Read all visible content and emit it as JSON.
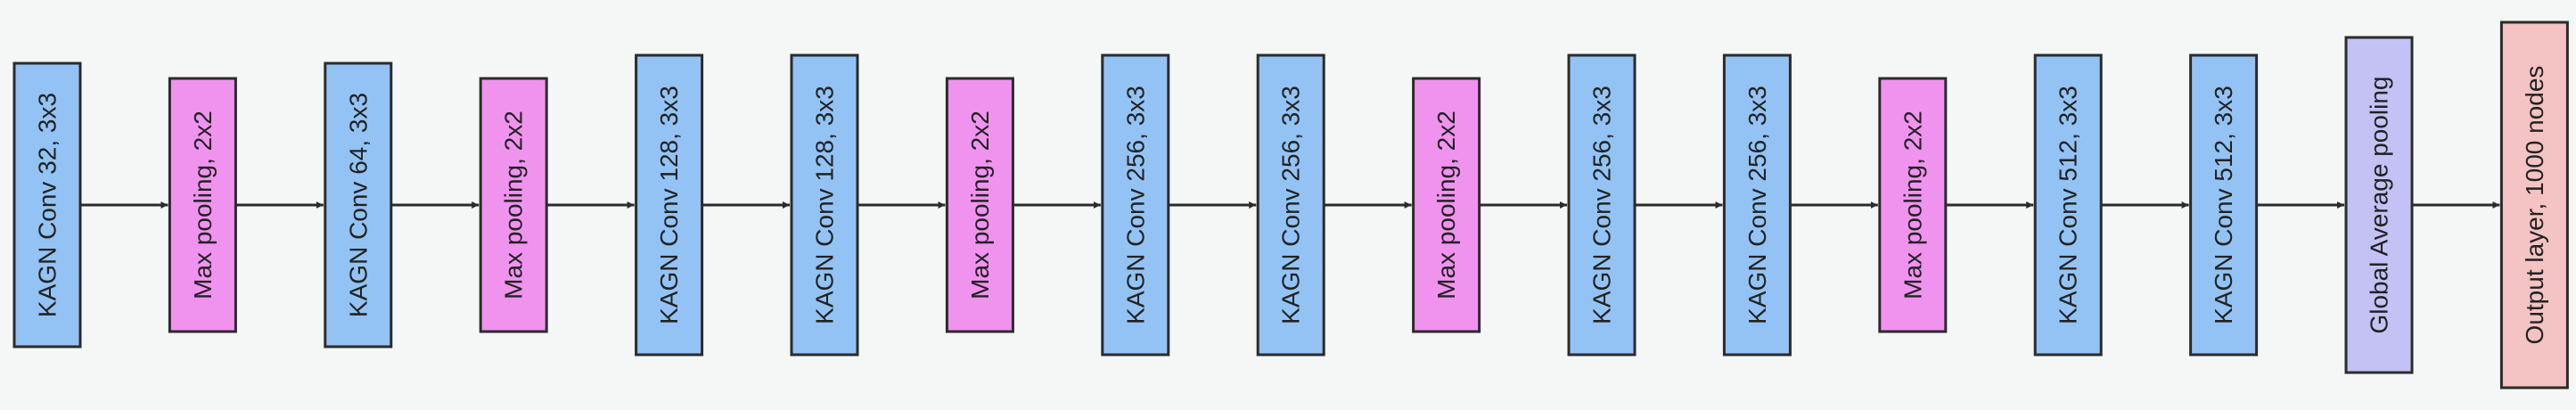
{
  "colors": {
    "background": "#f5f7f7",
    "conv_fill": "#93c3f5",
    "pool_fill": "#f093ef",
    "gap_fill": "#c4c1f5",
    "output_fill": "#f4c3c3",
    "stroke": "#2b2b2b",
    "arrow": "#2b2b2b"
  },
  "diagram": {
    "direction": "left-to-right",
    "nodes": [
      {
        "id": "n1",
        "kind": "conv",
        "label": "KAGN Conv 32, 3x3"
      },
      {
        "id": "n2",
        "kind": "pool",
        "label": "Max pooling, 2x2"
      },
      {
        "id": "n3",
        "kind": "conv",
        "label": "KAGN Conv 64, 3x3"
      },
      {
        "id": "n4",
        "kind": "pool",
        "label": "Max pooling, 2x2"
      },
      {
        "id": "n5",
        "kind": "conv",
        "label": "KAGN Conv 128, 3x3"
      },
      {
        "id": "n6",
        "kind": "conv",
        "label": "KAGN Conv 128, 3x3"
      },
      {
        "id": "n7",
        "kind": "pool",
        "label": "Max pooling, 2x2"
      },
      {
        "id": "n8",
        "kind": "conv",
        "label": "KAGN Conv 256, 3x3"
      },
      {
        "id": "n9",
        "kind": "conv",
        "label": "KAGN Conv 256, 3x3"
      },
      {
        "id": "n10",
        "kind": "pool",
        "label": "Max pooling, 2x2"
      },
      {
        "id": "n11",
        "kind": "conv",
        "label": "KAGN Conv 256, 3x3"
      },
      {
        "id": "n12",
        "kind": "conv",
        "label": "KAGN Conv 256, 3x3"
      },
      {
        "id": "n13",
        "kind": "pool",
        "label": "Max pooling, 2x2"
      },
      {
        "id": "n14",
        "kind": "conv",
        "label": "KAGN Conv 512, 3x3"
      },
      {
        "id": "n15",
        "kind": "conv",
        "label": "KAGN Conv 512, 3x3"
      },
      {
        "id": "n16",
        "kind": "gap",
        "label": "Global Average pooling"
      },
      {
        "id": "n17",
        "kind": "output",
        "label": "Output layer, 1000 nodes"
      }
    ]
  }
}
